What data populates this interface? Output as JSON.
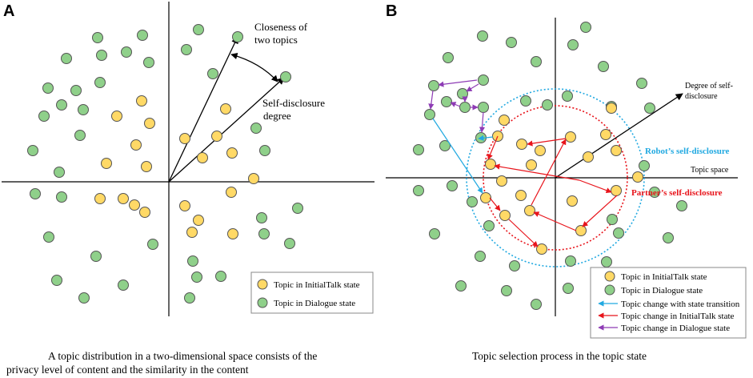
{
  "panel_a": {
    "letter": "A",
    "annotation_closeness_1": "Closeness of",
    "annotation_closeness_2": "two topics",
    "annotation_disclosure_1": "Self-disclosure",
    "annotation_disclosure_2": "degree",
    "legend": {
      "initialtalk": "Topic in InitialTalk  state",
      "dialogue": "Topic in Dialogue state"
    },
    "caption_line1": "A topic distribution in a two-dimensional space consists of the",
    "caption_line2": "privacy level of content and the similarity in the content"
  },
  "panel_b": {
    "letter": "B",
    "degree_label_1": "Degree of self-",
    "degree_label_2": "disclosure",
    "robot_label": "Robot’s self-disclosure",
    "partner_label": "Partner’s self-disclosure",
    "topic_space_label": "Topic space",
    "legend": {
      "initialtalk": "Topic in InitialTalk  state",
      "dialogue": "Topic in Dialogue state",
      "change_transition": "Topic change with state transition",
      "change_initialtalk": "Topic change in InitialTalk  state",
      "change_dialogue": "Topic change in Dialogue state"
    },
    "caption": "Topic selection process in the topic state"
  },
  "colors": {
    "initialtalk_fill": "#FFD966",
    "dialogue_fill": "#8FD08A",
    "node_stroke": "#555555",
    "robot_circle": "#21A9E1",
    "partner_circle": "#E8141B",
    "transition_arrow": "#21A9E1",
    "initialtalk_arrow": "#E8141B",
    "dialogue_arrow": "#8E3BB5"
  }
}
